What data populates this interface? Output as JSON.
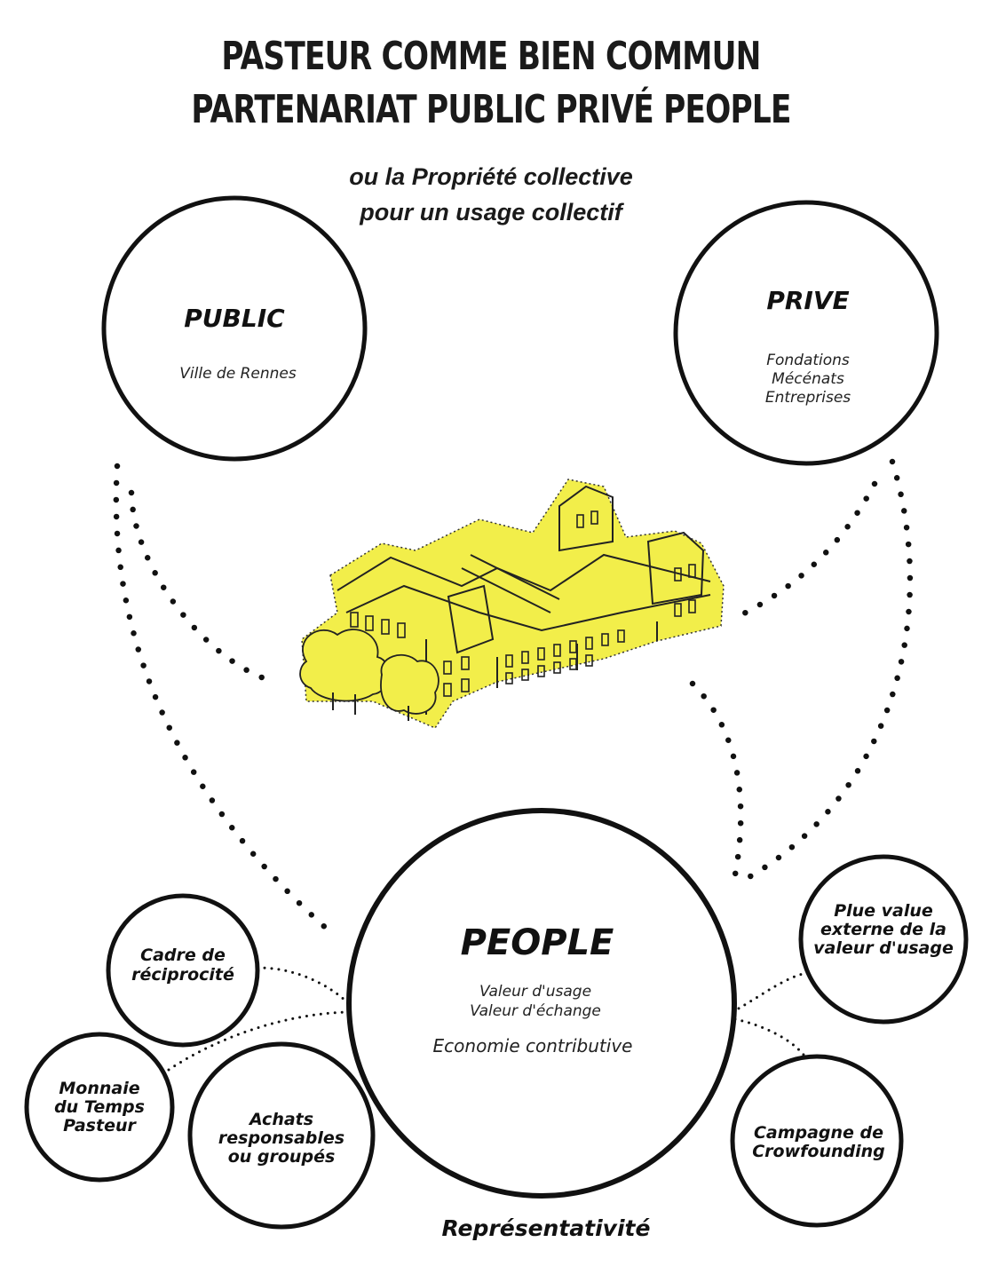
{
  "title": {
    "line1": "PASTEUR COMME BIEN COMMUN",
    "line2": "PARTENARIAT PUBLIC PRIVÉ PEOPLE"
  },
  "subtitle": {
    "line1": "ou la Propriété collective",
    "line2": "pour un usage collectif"
  },
  "nodes": {
    "public": {
      "label": "PUBLIC",
      "items": [
        "Ville de Rennes"
      ]
    },
    "prive": {
      "label": "PRIVE",
      "items": [
        "Fondations",
        "Mécénats",
        "Entreprises"
      ]
    },
    "people": {
      "label": "PEOPLE",
      "items": [
        "Valeur d'usage",
        "Valeur d'échange"
      ],
      "extra": "Economie contributive"
    },
    "cadre": {
      "lines": [
        "Cadre de",
        "réciprocité"
      ]
    },
    "monnaie": {
      "lines": [
        "Monnaie",
        "du Temps",
        "Pasteur"
      ]
    },
    "achats": {
      "lines": [
        "Achats",
        "responsables",
        "ou groupés"
      ]
    },
    "plue_value": {
      "lines": [
        "Plue value",
        "externe de la",
        "valeur d'usage"
      ]
    },
    "campagne": {
      "lines": [
        "Campagne de",
        "Crowfounding"
      ]
    }
  },
  "footer": {
    "label": "Représentativité"
  },
  "colors": {
    "building_highlight": "#f2ee4a",
    "ink": "#111111"
  }
}
